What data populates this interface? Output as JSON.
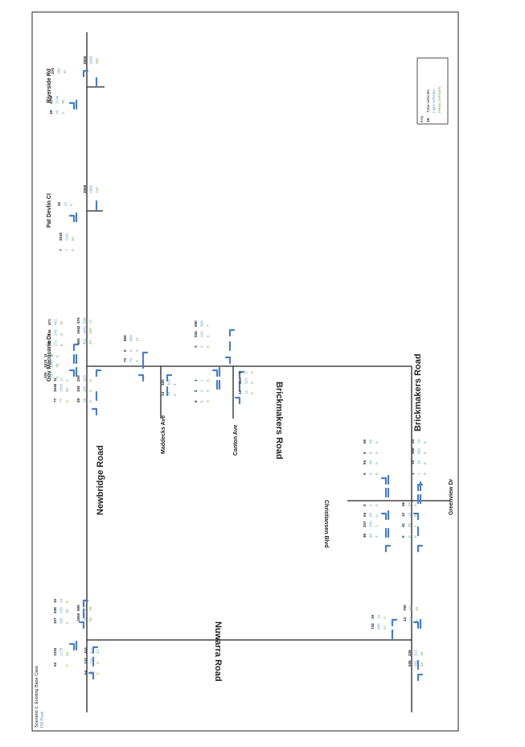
{
  "title": {
    "scenario": "Scenario 1: Existing Base Case",
    "period": "PM Peak"
  },
  "roads": {
    "newbridge": "Newbridge Road",
    "nuwarra": "Nuwarra Road",
    "brickmakers_top": "Brickmakers Road",
    "brickmakers_right": "Brickmakers Road",
    "gov_macquarie": "Gov Macquarie Dr",
    "pat_devlin": "Pat Devlin Cl",
    "riverside": "Riverside Rd",
    "maddecks": "Maddecks Ave",
    "canton": "Canton Ave",
    "christiansen": "Christiansen Blvd",
    "greenview": "Greenview Dr"
  },
  "key": {
    "title": "Key",
    "total_num": "10",
    "total": "Total vehicles",
    "light": "Light vehicles",
    "heavy": "Heavy vehicles"
  },
  "colors": {
    "total": "#222222",
    "light": "#5b9bd5",
    "heavy": "#70ad47",
    "arrow": "#4a7fc1",
    "road": "#222222"
  },
  "volumes": {
    "nuw_w": [
      [
        "64",
        "62",
        "2"
      ],
      [
        "132",
        "130",
        "2"
      ],
      [
        "333",
        "321",
        "12"
      ]
    ],
    "nuw_e_t": [
      [
        "63",
        "",
        "0"
      ],
      [
        "1332",
        "1278",
        "54"
      ]
    ],
    "nuw_n": [
      [
        "107",
        "105",
        "2"
      ],
      [
        "249",
        "239",
        "10"
      ],
      [
        "10",
        "10",
        "0"
      ]
    ],
    "nuw_out": [
      [
        "1650",
        "1559",
        "91"
      ],
      [
        "899",
        "871",
        "28"
      ]
    ],
    "nuw_s": [
      [
        "732",
        "685",
        "47"
      ],
      [
        "19",
        "19",
        "0"
      ]
    ],
    "nuw_se": [
      [
        "14",
        "14",
        "0"
      ],
      [
        "700",
        "655",
        "45"
      ]
    ],
    "nuw_sw": [
      [
        "535",
        "491",
        "44"
      ],
      [
        "339",
        "323",
        "16"
      ]
    ],
    "gov_w": [
      [
        "28",
        "28",
        "0"
      ],
      [
        "108",
        "105",
        "3"
      ],
      [
        "259",
        "253",
        "6"
      ]
    ],
    "gov_w2": [
      [
        "77",
        "77",
        "0"
      ],
      [
        "1640",
        "1585",
        "55"
      ],
      [
        "11",
        "11",
        "0"
      ]
    ],
    "gov_n": [
      [
        "105",
        "103",
        "2"
      ],
      [
        "1518",
        "1440",
        "78"
      ],
      [
        "11",
        "11",
        "0"
      ]
    ],
    "gov_e": [
      [
        "494",
        "451",
        "43"
      ],
      [
        "1942",
        "1842",
        "100"
      ],
      [
        "575",
        "548",
        "27"
      ]
    ],
    "gov_ne": [
      [
        "180",
        "172",
        "8"
      ],
      [
        "246",
        "243",
        "3"
      ],
      [
        "471",
        "461",
        "10"
      ]
    ],
    "gov_se": [
      [
        "73",
        "70",
        "3"
      ],
      [
        "0",
        "0",
        "0"
      ],
      [
        "850",
        "809",
        "41"
      ]
    ],
    "mad": [
      [
        "14",
        "14",
        "0"
      ],
      [
        "320",
        "316",
        "4"
      ]
    ],
    "can_w": [
      [
        "8",
        "8",
        "0"
      ],
      [
        "2",
        "2",
        "0"
      ],
      [
        "1",
        "1",
        "0"
      ]
    ],
    "can_e": [
      [
        "3",
        "3",
        "0"
      ],
      [
        "236",
        "232",
        "4"
      ],
      [
        "590",
        "583",
        "7"
      ]
    ],
    "can_b": [
      [
        "12",
        "12",
        "0"
      ],
      [
        "326",
        "322",
        "4"
      ],
      [
        "0",
        "0",
        "0"
      ]
    ],
    "pat_w": [
      [
        "7",
        "7",
        "0"
      ],
      [
        "2242",
        "2161",
        "81"
      ]
    ],
    "pat_n": [
      [
        "22",
        "22",
        "0"
      ]
    ],
    "pat_e": [
      [
        "2009",
        "1865",
        "144"
      ]
    ],
    "riv_w": [
      [
        "28",
        "25",
        "3"
      ],
      [
        "2236",
        "2146",
        "90"
      ]
    ],
    "riv_n": [
      [
        "270",
        "260",
        "10"
      ]
    ],
    "riv_e": [
      [
        "3009",
        "2845",
        "164"
      ]
    ],
    "chr_w": [
      [
        "48",
        "45",
        "3"
      ],
      [
        "237",
        "230",
        "7"
      ],
      [
        "64",
        "64",
        "0"
      ],
      [
        "2",
        "2",
        "0"
      ]
    ],
    "chr_m": [
      [
        "0",
        "0",
        "0"
      ],
      [
        "94",
        "94",
        "0"
      ],
      [
        "9",
        "9",
        "0"
      ],
      [
        "59",
        "59",
        "0"
      ]
    ],
    "chr_s": [
      [
        "0",
        "0",
        "0"
      ],
      [
        "41",
        "40",
        "1"
      ],
      [
        "12",
        "12",
        "0"
      ],
      [
        "56",
        "54",
        "2"
      ]
    ],
    "grn": [
      [
        "1",
        "1",
        "0"
      ],
      [
        "18",
        "18",
        "0"
      ],
      [
        "566",
        "561",
        "5"
      ],
      [
        "24",
        "24",
        "0"
      ]
    ]
  }
}
